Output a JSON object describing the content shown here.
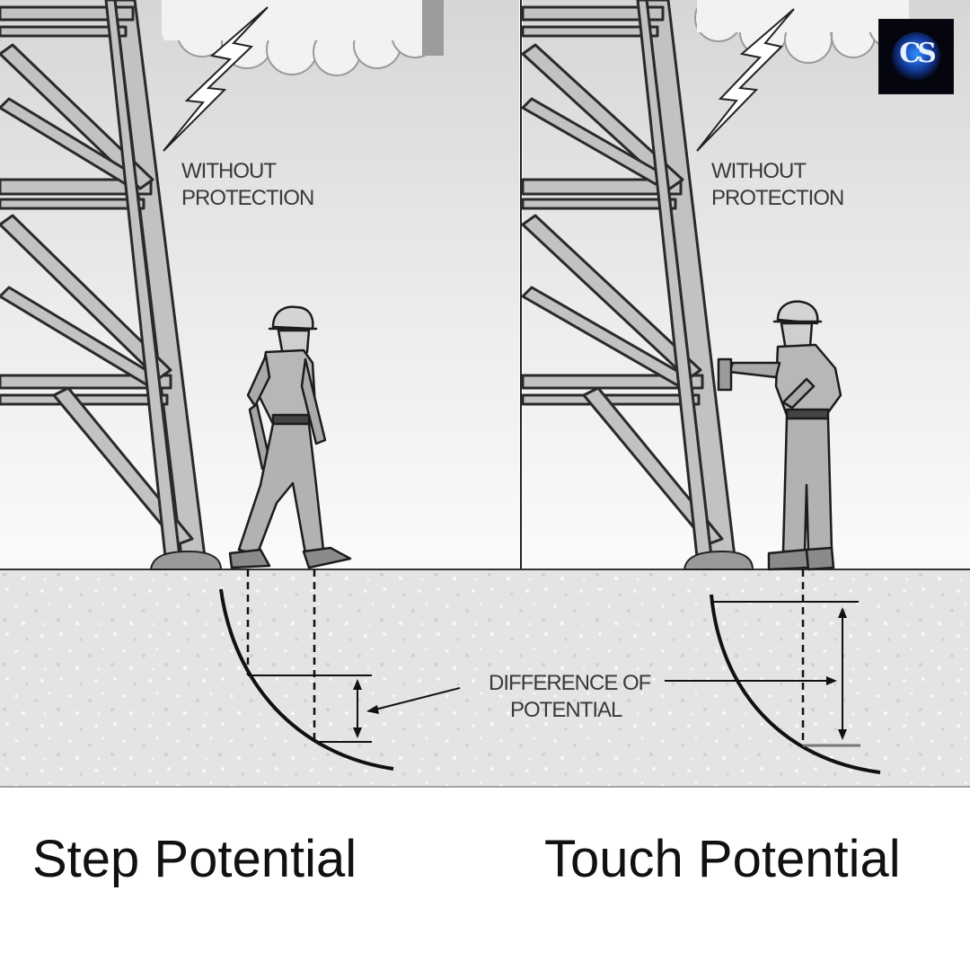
{
  "panels": [
    {
      "id": "step",
      "sky_label_line1": "WITHOUT",
      "sky_label_line2": "PROTECTION",
      "caption": "Step Potential"
    },
    {
      "id": "touch",
      "sky_label_line1": "WITHOUT",
      "sky_label_line2": "PROTECTION",
      "caption": "Touch Potential"
    }
  ],
  "center_label": {
    "line1": "DIFFERENCE OF",
    "line2": "POTENTIAL"
  },
  "logo": {
    "text": "CS",
    "icon": "cs-logo-icon",
    "colors": {
      "background": "#050510",
      "glow": "#2f8cff"
    }
  },
  "colors": {
    "sky_top": "#d9d9d9",
    "sky_bottom": "#fbfbfb",
    "ground": "#e6e6e6",
    "tower": "#b8b8b8",
    "outline": "#1a1a1a"
  }
}
